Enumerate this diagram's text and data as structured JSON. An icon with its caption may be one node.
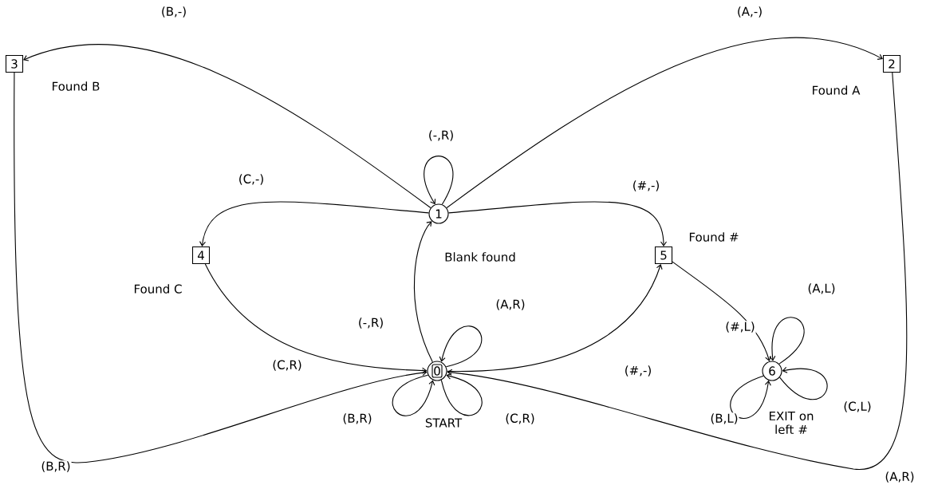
{
  "diagram": {
    "nodes": [
      {
        "text": [
          "0"
        ],
        "beside": [
          "START"
        ]
      },
      {
        "text": [
          "1"
        ],
        "beside": [
          "Blank found"
        ]
      },
      {
        "text": [
          "2"
        ],
        "beside": [
          "Found A"
        ]
      },
      {
        "text": [
          "3"
        ],
        "beside": [
          "Found B"
        ]
      },
      {
        "text": [
          "4"
        ],
        "beside": [
          "Found C"
        ]
      },
      {
        "text": [
          "5"
        ],
        "beside": [
          "Found #"
        ]
      },
      {
        "text": [
          "6"
        ],
        "beside": [
          "EXIT on left #"
        ]
      }
    ],
    "edges": [
      {
        "from": 1,
        "to": 1,
        "arrow": "to",
        "label": "(-,R)"
      },
      {
        "from": 1,
        "to": 3,
        "arrow": "to",
        "label": "(B,-)"
      },
      {
        "from": 1,
        "to": 2,
        "arrow": "to",
        "label": "(A,-)"
      },
      {
        "from": 1,
        "to": 4,
        "arrow": "to",
        "label": "(C,-)"
      },
      {
        "from": 1,
        "to": 5,
        "arrow": "to",
        "label": "(#,-)"
      },
      {
        "from": 0,
        "to": 1,
        "arrow": "to",
        "label": "(-,R)"
      },
      {
        "from": 4,
        "to": 0,
        "arrow": "to",
        "label": "(C,R)"
      },
      {
        "from": 3,
        "to": 0,
        "arrow": "to",
        "label": "(B,R)"
      },
      {
        "from": 2,
        "to": 0,
        "arrow": "to",
        "label": "(A,R)"
      },
      {
        "from": 0,
        "to": 5,
        "arrow": "to",
        "label": "(#,-)"
      },
      {
        "from": 0,
        "to": 0,
        "arrow": "to",
        "label": "(A,R)"
      },
      {
        "from": 0,
        "to": 0,
        "arrow": "to",
        "label": "(B,R)"
      },
      {
        "from": 0,
        "to": 0,
        "arrow": "to",
        "label": "(C,R)"
      },
      {
        "from": 5,
        "to": 6,
        "arrow": "to",
        "label": "(#,L)"
      },
      {
        "from": 6,
        "to": 6,
        "arrow": "to",
        "label": "(A,L)"
      },
      {
        "from": 6,
        "to": 6,
        "arrow": "to",
        "label": "(B,L)"
      },
      {
        "from": 6,
        "to": 6,
        "arrow": "to",
        "label": "(C,L)"
      }
    ]
  }
}
